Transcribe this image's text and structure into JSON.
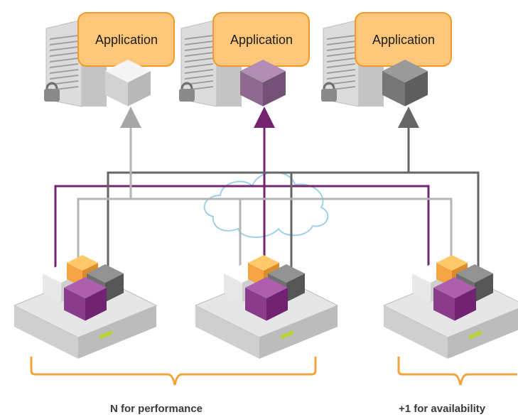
{
  "servers": [
    {
      "label": "Application",
      "cube_color": "#d2d2d2",
      "cube_top": "#e7e7e7",
      "cube_side": "#bcbcbc"
    },
    {
      "label": "Application",
      "cube_color": "#8e6a91",
      "cube_top": "#a88aab",
      "cube_side": "#74517a"
    },
    {
      "label": "Application",
      "cube_color": "#777777",
      "cube_top": "#959595",
      "cube_side": "#616161"
    }
  ],
  "brackets": {
    "performance_label": "N for performance",
    "availability_label": "+1 for availability"
  },
  "colors": {
    "app_box_fill": "#fcc77b",
    "app_box_stroke": "#f09a2e",
    "line_purple": "#73256f",
    "line_gray": "#8a8a8a",
    "line_dark": "#666666",
    "line_light": "#b5b5b5",
    "bracket": "#f1a43c",
    "cloud": "#9fd0ea",
    "cube_purple": "#8a3c8a",
    "cube_orange": "#f6a545",
    "cube_gray": "#6f6f6f",
    "cube_white": "#e8e8e8"
  }
}
